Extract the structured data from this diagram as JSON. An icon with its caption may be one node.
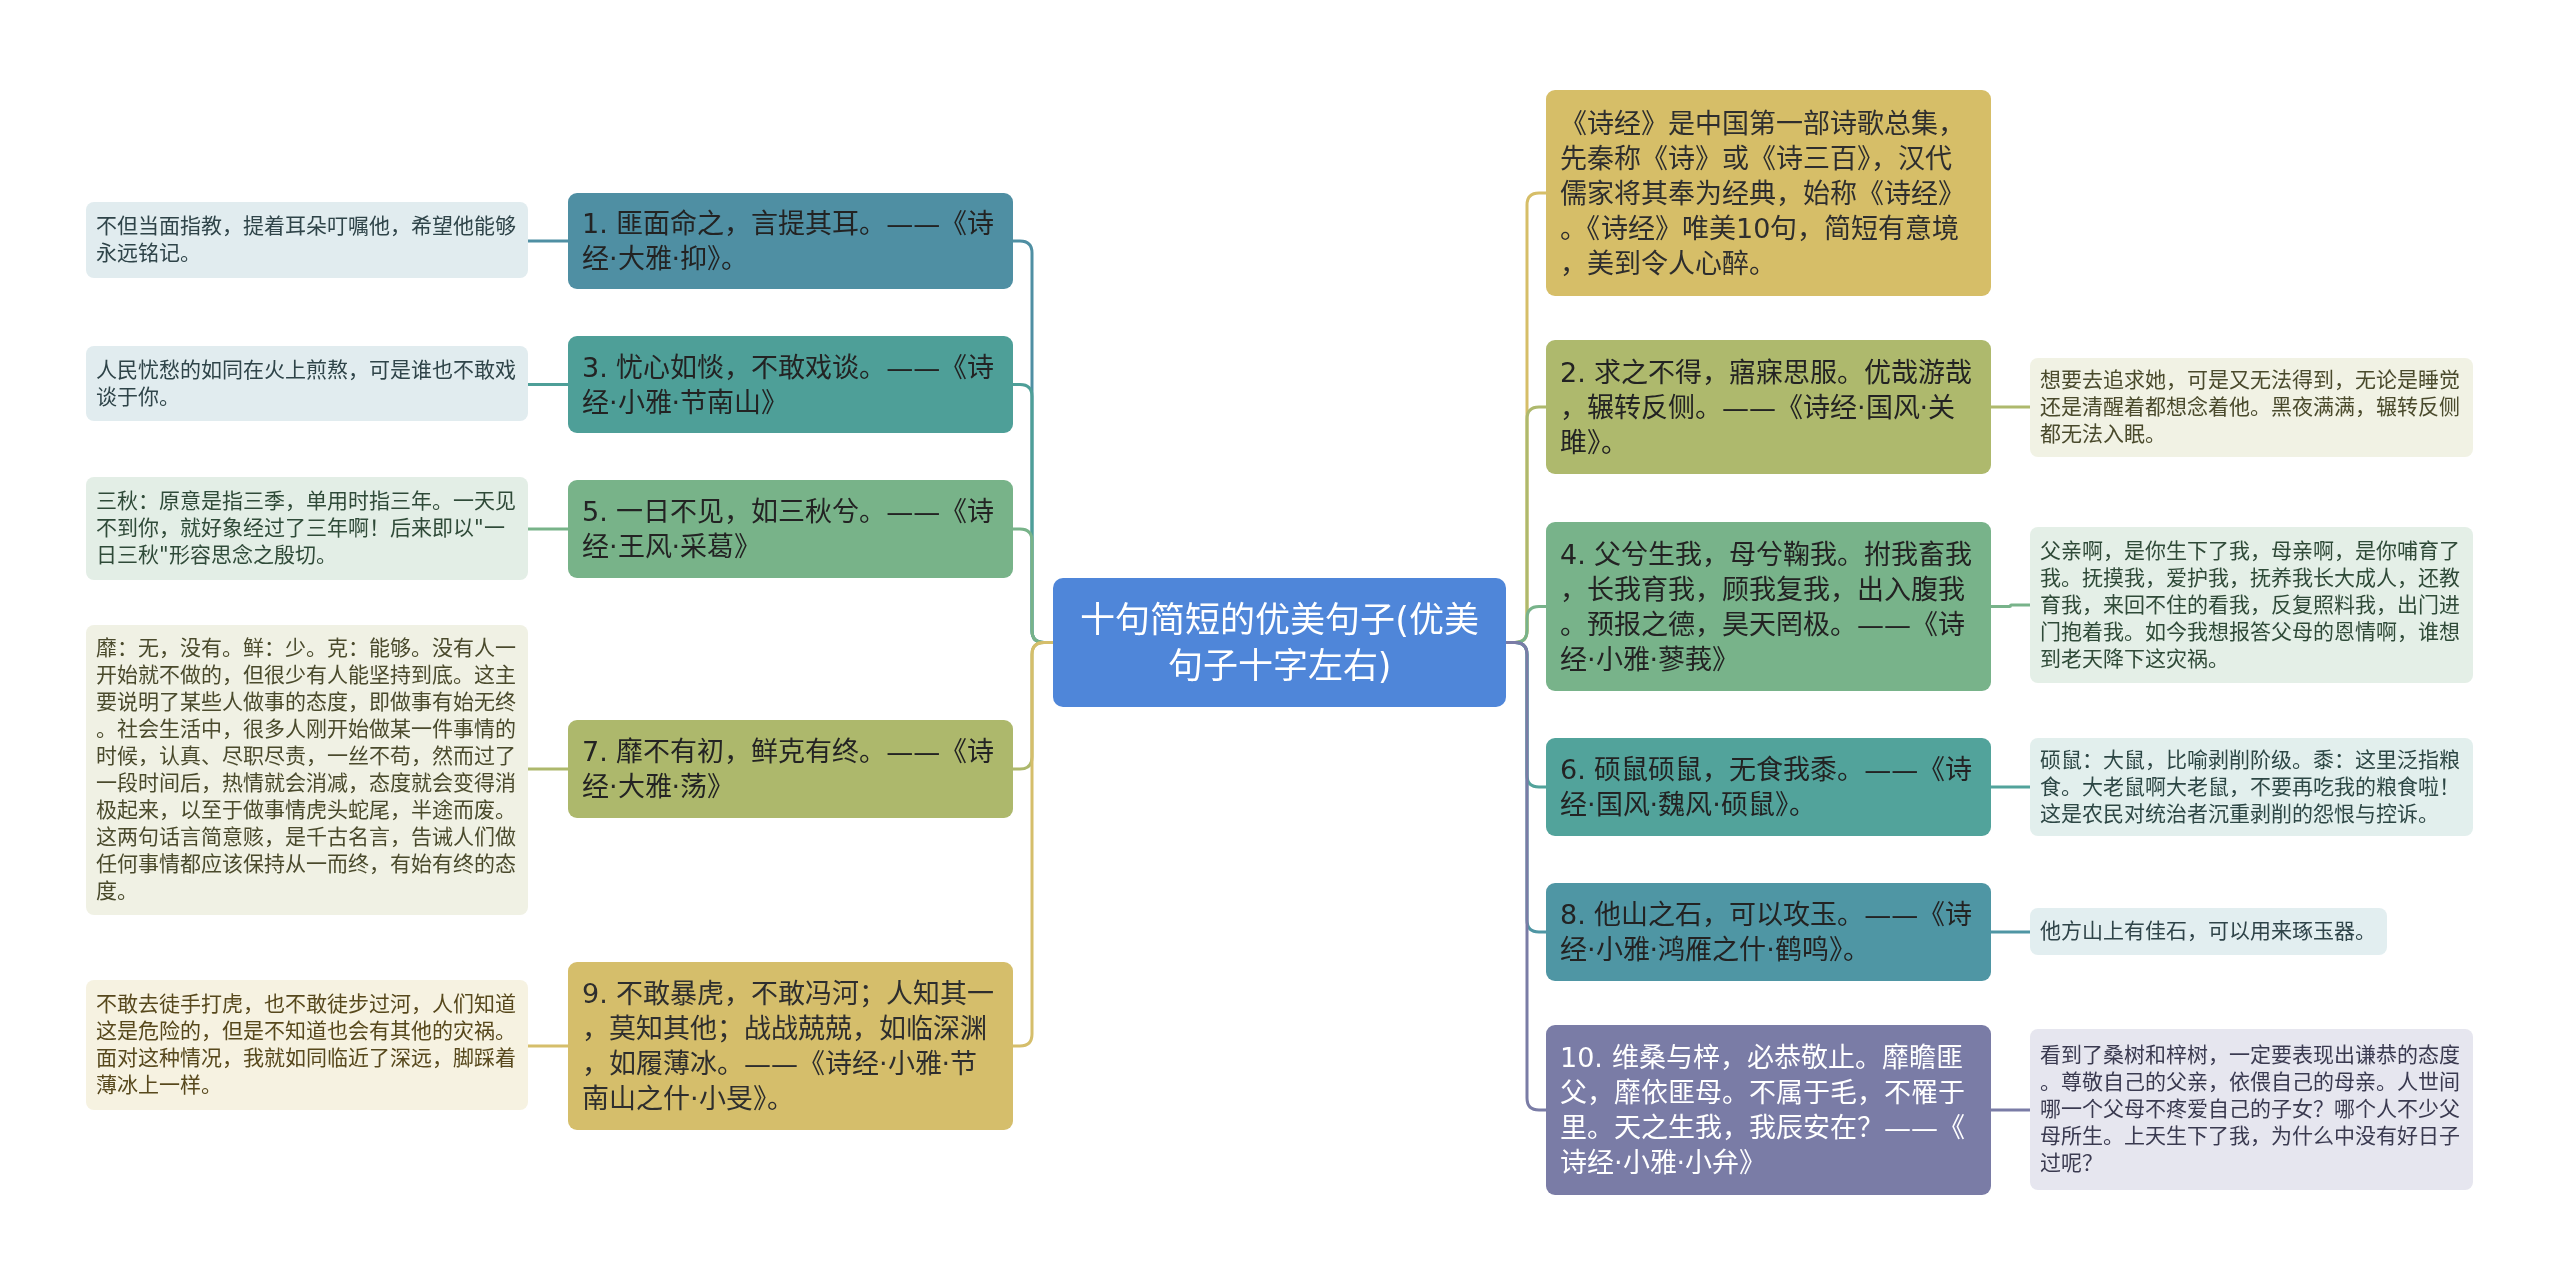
{
  "diagram": {
    "nodes": [
      {
        "text": [
          "十句简短的优美句子(优美句子十字左右)"
        ]
      },
      {
        "text": [
          "1. 匪面命之，言提其耳。——《诗经·大雅·抑》。"
        ]
      },
      {
        "text": [
          "不但当面指教，提着耳朵叮嘱他，希望他能够永远铭记。"
        ]
      },
      {
        "text": [
          "3. 忧心如惔，不敢戏谈。——《诗经·小雅·节南山》"
        ]
      },
      {
        "text": [
          "人民忧愁的如同在火上煎熬，可是谁也不敢戏谈于你。"
        ]
      },
      {
        "text": [
          "5. 一日不见，如三秋兮。——《诗经·王风·采葛》"
        ]
      },
      {
        "text": [
          "三秋：原意是指三季，单用时指三年。一天见不到你，就好象经过了三年啊！后来即以\"一日三秋\"形容思念之殷切。"
        ]
      },
      {
        "text": [
          "7. 靡不有初，鲜克有终。——《诗经·大雅·荡》"
        ]
      },
      {
        "text": [
          "靡：无，没有。鲜：少。克：能够。没有人一开始就不做的，但很少有人能坚持到底。这主要说明了某些人做事的态度，即做事有始无终。社会生活中，很多人刚开始做某一件事情的时候，认真、尽职尽责，一丝不苟，然而过了一段时间后，热情就会消减，态度就会变得消极起来，以至于做事情虎头蛇尾，半途而废。这两句话言简意赅，是千古名言，告诫人们做任何事情都应该保持从一而终，有始有终的态度。"
        ]
      },
      {
        "text": [
          "9. 不敢暴虎，不敢冯河；人知其一，莫知其他；战战兢兢，如临深渊，如履薄冰。——《诗经·小雅·节南山之什·小旻》。"
        ]
      },
      {
        "text": [
          "不敢去徒手打虎，也不敢徒步过河，人们知道这是危险的，但是不知道也会有其他的灾祸。面对这种情况，我就如同临近了深远，脚踩着薄冰上一样。"
        ]
      },
      {
        "text": [
          "《诗经》是中国第一部诗歌总集，先秦称《诗》或《诗三百》，汉代儒家将其奉为经典，始称《诗经》。《诗经》唯美10句，简短有意境，美到令人心醉。"
        ]
      },
      {
        "text": [
          "2. 求之不得，寤寐思服。优哉游哉，辗转反侧。——《诗经·国风·关雎》。"
        ]
      },
      {
        "text": [
          "想要去追求她，可是又无法得到，无论是睡觉还是清醒着都想念着他。黑夜满满，辗转反侧都无法入眠。"
        ]
      },
      {
        "text": [
          "4. 父兮生我，母兮鞠我。拊我畜我，长我育我，顾我复我，出入腹我。预报之德，昊天罔极。——《诗经·小雅·蓼莪》"
        ]
      },
      {
        "text": [
          "父亲啊，是你生下了我，母亲啊，是你哺育了我。抚摸我，爱护我，抚养我长大成人，还教育我，来回不住的看我，反复照料我，出门进门抱着我。如今我想报答父母的恩情啊，谁想到老天降下这灾祸。"
        ]
      },
      {
        "text": [
          "6. 硕鼠硕鼠，无食我黍。——《诗经·国风·魏风·硕鼠》。"
        ]
      },
      {
        "text": [
          "硕鼠：大鼠，比喻剥削阶级。黍：这里泛指粮食。大老鼠啊大老鼠，不要再吃我的粮食啦！这是农民对统治者沉重剥削的怨恨与控诉。"
        ]
      },
      {
        "text": [
          "8. 他山之石，可以攻玉。——《诗经·小雅·鸿雁之什·鹤鸣》。"
        ]
      },
      {
        "text": [
          "他方山上有佳石，可以用来琢玉器。"
        ]
      },
      {
        "text": [
          "10. 维桑与梓，必恭敬止。靡瞻匪父，靡依匪母。不属于毛，不罹于里。天之生我，我辰安在？——《诗经·小雅·小弁》"
        ]
      },
      {
        "text": [
          "看到了桑树和梓树，一定要表现出谦恭的态度。尊敬自己的父亲，依偎自己的母亲。人世间哪一个父母不疼爱自己的子女？哪个人不少父母所生。上天生下了我，为什么中没有好日子过呢？"
        ]
      }
    ],
    "edges": [
      {
        "from": 0,
        "to": 1,
        "arrow": "none",
        "color": "#4f8fa3"
      },
      {
        "from": 1,
        "to": 2,
        "arrow": "none",
        "color": "#4f8fa3"
      },
      {
        "from": 0,
        "to": 3,
        "arrow": "none",
        "color": "#4e9f98"
      },
      {
        "from": 3,
        "to": 4,
        "arrow": "none",
        "color": "#4e9f98"
      },
      {
        "from": 0,
        "to": 5,
        "arrow": "none",
        "color": "#78b389"
      },
      {
        "from": 5,
        "to": 6,
        "arrow": "none",
        "color": "#78b389"
      },
      {
        "from": 0,
        "to": 7,
        "arrow": "none",
        "color": "#adb86c"
      },
      {
        "from": 7,
        "to": 8,
        "arrow": "none",
        "color": "#adb86c"
      },
      {
        "from": 0,
        "to": 9,
        "arrow": "none",
        "color": "#d5be6b"
      },
      {
        "from": 9,
        "to": 10,
        "arrow": "none",
        "color": "#d5be6b"
      },
      {
        "from": 0,
        "to": 11,
        "arrow": "none",
        "color": "#d6be68"
      },
      {
        "from": 0,
        "to": 12,
        "arrow": "none",
        "color": "#aeb96d"
      },
      {
        "from": 12,
        "to": 13,
        "arrow": "none",
        "color": "#aeb96d"
      },
      {
        "from": 0,
        "to": 14,
        "arrow": "none",
        "color": "#78b38a"
      },
      {
        "from": 14,
        "to": 15,
        "arrow": "none",
        "color": "#78b38a"
      },
      {
        "from": 0,
        "to": 16,
        "arrow": "none",
        "color": "#52a39b"
      },
      {
        "from": 16,
        "to": 17,
        "arrow": "none",
        "color": "#52a39b"
      },
      {
        "from": 0,
        "to": 18,
        "arrow": "none",
        "color": "#4f96a4"
      },
      {
        "from": 18,
        "to": 19,
        "arrow": "none",
        "color": "#4f96a4"
      },
      {
        "from": 0,
        "to": 20,
        "arrow": "none",
        "color": "#7a7ca6"
      },
      {
        "from": 20,
        "to": 21,
        "arrow": "none",
        "color": "#7a7ca6"
      }
    ]
  }
}
